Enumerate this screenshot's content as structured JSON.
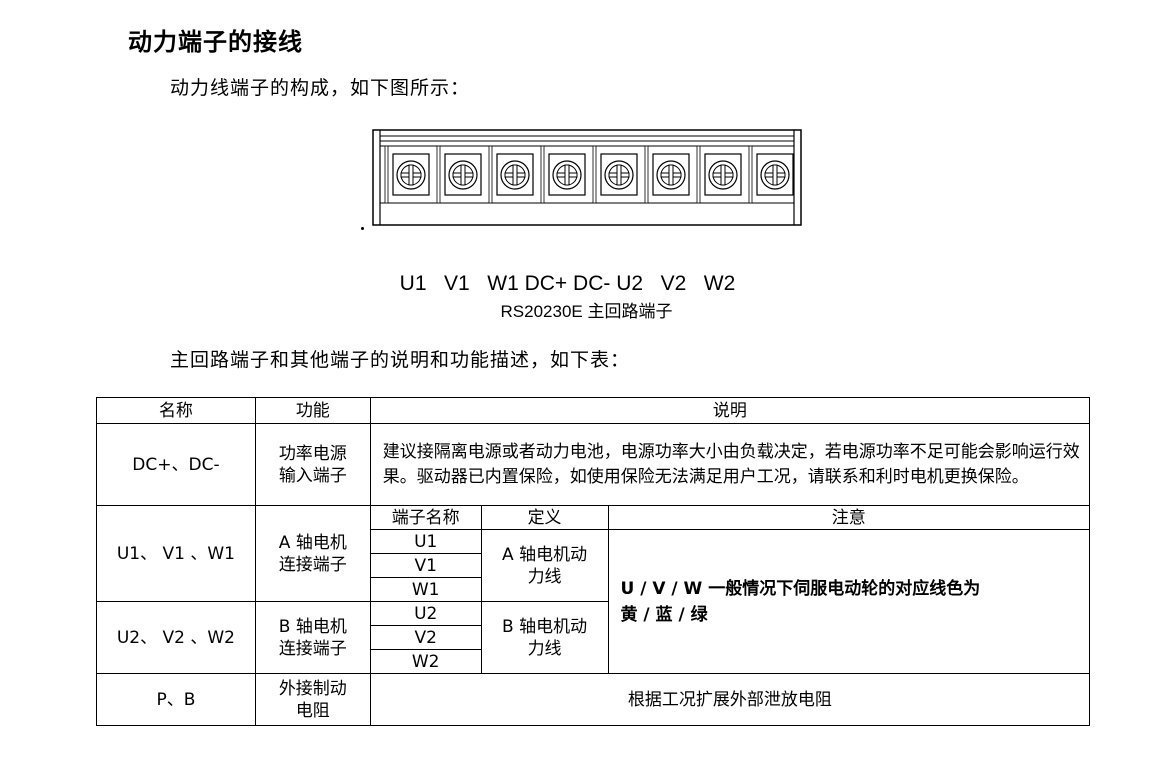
{
  "heading": "动力端子的接线",
  "intro": "动力线端子的构成，如下图所示：",
  "terminal_labels": [
    "U1",
    "V1",
    "W1",
    "DC+",
    "DC-",
    "U2",
    "V2",
    "W2"
  ],
  "caption": "RS20230E 主回路端子",
  "table_intro": "主回路端子和其他端子的说明和功能描述，如下表：",
  "table": {
    "headers": {
      "name": "名称",
      "function": "功能",
      "description": "说明"
    },
    "rows": {
      "dc": {
        "name": "DC+、DC-",
        "function_line1": "功率电源",
        "function_line2": "输入端子",
        "description": "建议接隔离电源或者动力电池，电源功率大小由负载决定，若电源功率不足可能会影响运行效果。驱动器已内置保险，如使用保险无法满足用户工况，请联系和利时电机更换保险。"
      },
      "sub_headers": {
        "terminal_name": "端子名称",
        "definition": "定义",
        "note": "注意"
      },
      "a_axis": {
        "name": "U1、 V1 、W1",
        "function_line1": "A 轴电机",
        "function_line2": "连接端子",
        "terminals": [
          "U1",
          "V1",
          "W1"
        ],
        "definition_line1": "A 轴电机动",
        "definition_line2": "力线"
      },
      "b_axis": {
        "name": "U2、 V2 、W2",
        "function_line1": "B 轴电机",
        "function_line2": "连接端子",
        "terminals": [
          "U2",
          "V2",
          "W2"
        ],
        "definition_line1": "B 轴电机动",
        "definition_line2": "力线"
      },
      "note_line1": "U / V / W  一般情况下伺服电动轮的对应线色为",
      "note_line2": "黄 / 蓝 / 绿",
      "pb": {
        "name": "P、B",
        "function_line1": "外接制动",
        "function_line2": "电阻",
        "description": "根据工况扩展外部泄放电阻"
      }
    }
  }
}
